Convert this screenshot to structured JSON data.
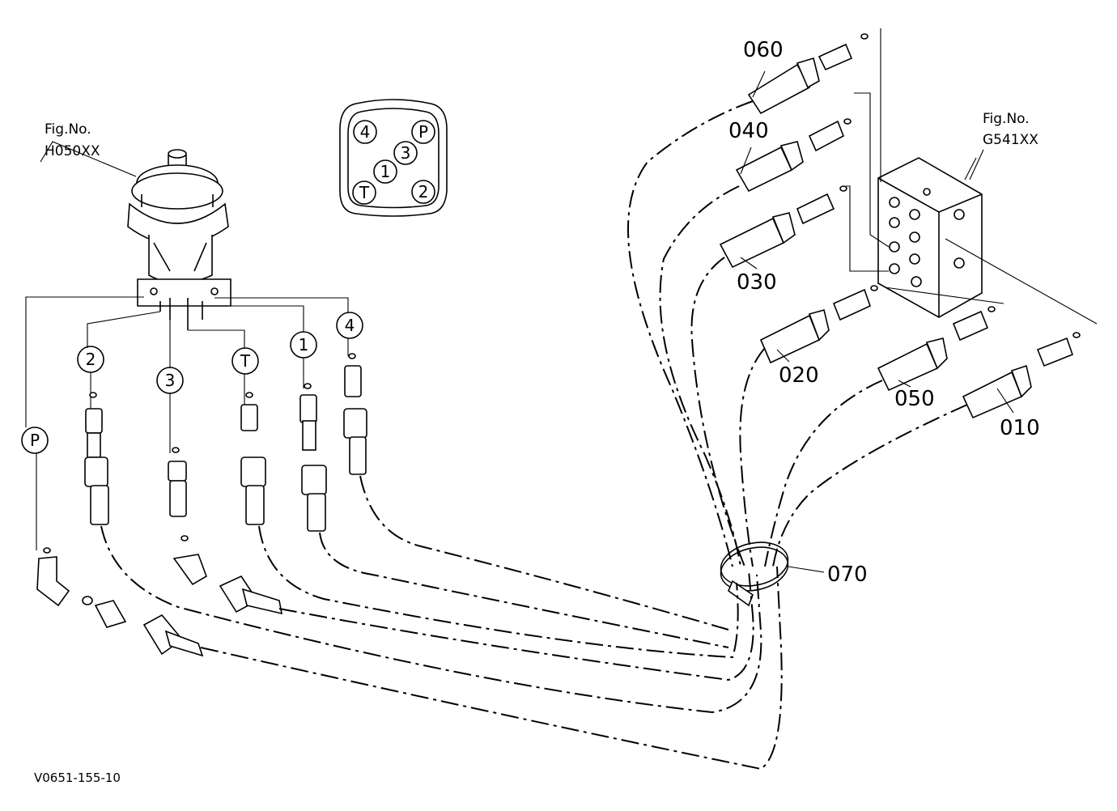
{
  "figure_refs": {
    "pilot_valve": {
      "line1": "Fig.No.",
      "line2": "H050XX"
    },
    "control_valve": {
      "line1": "Fig.No.",
      "line2": "G541XX"
    }
  },
  "port_pattern": {
    "p4": "4",
    "pP": "P",
    "p3": "3",
    "p1": "1",
    "pT": "T",
    "p2": "2"
  },
  "port_labels": {
    "p": "P",
    "two": "2",
    "three": "3",
    "t": "T",
    "one": "1",
    "four": "4"
  },
  "part_numbers": {
    "n060": "060",
    "n040": "040",
    "n030": "030",
    "n020": "020",
    "n050": "050",
    "n010": "010",
    "n070": "070"
  },
  "drawing_code": "V0651-155-10",
  "colors": {
    "line": "#000000",
    "background": "#ffffff"
  }
}
